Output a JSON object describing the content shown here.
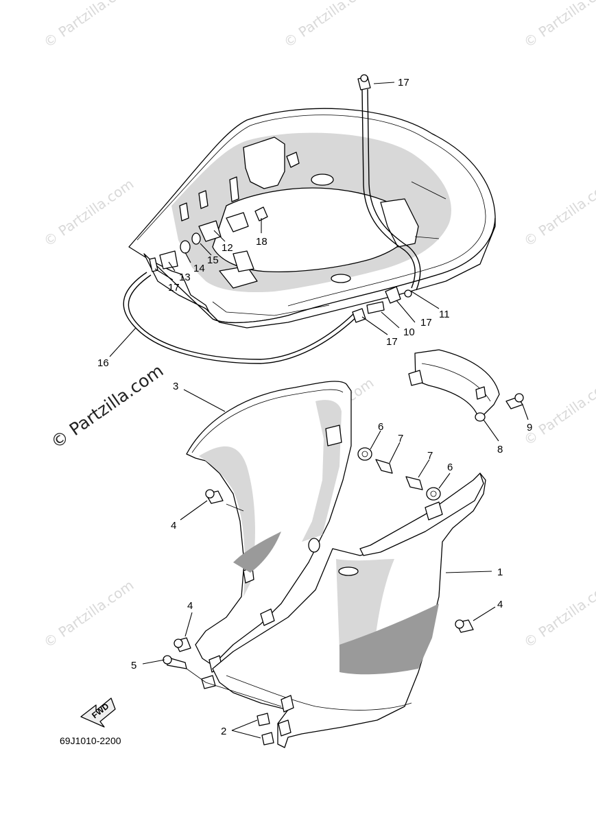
{
  "watermark": {
    "text": "© Partzilla.com",
    "big_text": "© Partzilla.com"
  },
  "diagram_code": "69J1010-2200",
  "fwd_label": "FWD",
  "callouts": {
    "c17_top": "17",
    "c18": "18",
    "c12": "12",
    "c15": "15",
    "c14": "14",
    "c13": "13",
    "c17_left": "17",
    "c11": "11",
    "c17_right": "17",
    "c10": "10",
    "c17_mid": "17",
    "c16": "16",
    "c3": "3",
    "c6_a": "6",
    "c7_a": "7",
    "c7_b": "7",
    "c6_b": "6",
    "c8": "8",
    "c9": "9",
    "c4_a": "4",
    "c1": "1",
    "c4_b": "4",
    "c4_c": "4",
    "c5": "5",
    "c2": "2"
  }
}
